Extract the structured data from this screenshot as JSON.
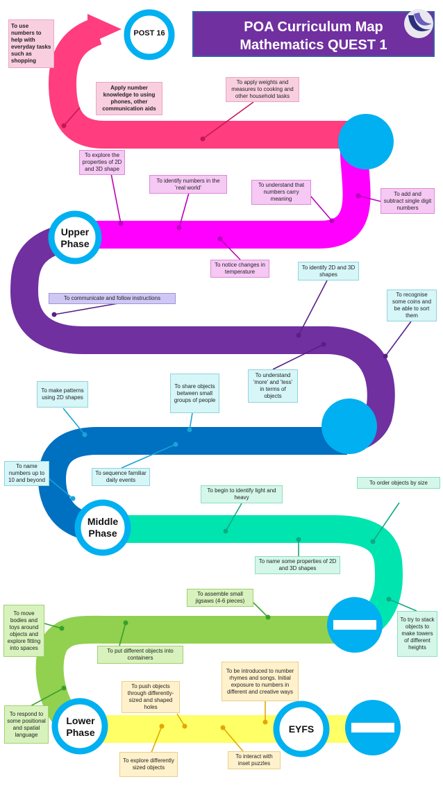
{
  "title": {
    "line1": "POA Curriculum Map",
    "line2": "Mathematics QUEST 1"
  },
  "logo_icon": "curved-swoosh-logo",
  "colors": {
    "pink_band": "#ff3d7f",
    "magenta_band": "#ff00ff",
    "purple_band": "#7030a0",
    "blue_band": "#0070c0",
    "teal_band": "#00e5b0",
    "green_band": "#92d050",
    "yellow_band": "#ffff66",
    "milestone_blue": "#00b0f0",
    "title_bg": "#7030a0"
  },
  "milestones": {
    "post16": "POST 16",
    "upper": [
      "Upper",
      "Phase"
    ],
    "middle": [
      "Middle",
      "Phase"
    ],
    "lower": [
      "Lower",
      "Phase"
    ],
    "eyfs": "EYFS"
  },
  "labels": {
    "use_numbers": "To use numbers to help with everyday tasks such as shopping",
    "apply_number_knowledge": "Apply number knowledge to using phones, other communication aids",
    "weights_measures": "To apply weights and measures to cooking and other household tasks",
    "explore_2d_3d": "To explore the properties of 2D and 3D shape",
    "identify_real_world": "To identify numbers in the 'real world'",
    "numbers_carry_meaning": "To understand that numbers carry meaning",
    "add_subtract": "To add and subtract single digit numbers",
    "notice_temperature": "To notice changes in temperature",
    "identify_2d_3d": "To identify 2D and 3D shapes",
    "communicate_instructions": "To communicate and follow instructions",
    "recognise_coins": "To recognise some coins and be able to sort them",
    "more_less": "To understand 'more' and 'less' in terms of objects",
    "make_patterns": "To make patterns using 2D shapes",
    "share_objects": "To share objects between small groups of people",
    "name_numbers": "To name numbers up to 10 and beyond",
    "sequence_events": "To sequence familiar daily events",
    "light_heavy": "To begin to identify light and heavy",
    "order_by_size": "To order objects by size",
    "name_properties": "To name some properties of 2D and 3D shapes",
    "move_bodies": "To move bodies and toys around objects and explore fitting into spaces",
    "jigsaws": "To assemble small jigsaws (4-6 pieces)",
    "stack_objects": "To try to stack objects to make towers of different heights",
    "containers": "To put different objects into containers",
    "positional_language": "To respond to some positional and spatial language",
    "push_objects": "To push objects through differently-sized and shaped holes",
    "number_rhymes": "To be introduced to number rhymes and songs. Initial exposure to numbers in different and creative ways",
    "explore_sizes": "To explore differently sized objects",
    "inset_puzzles": "To interact with inset puzzles"
  }
}
